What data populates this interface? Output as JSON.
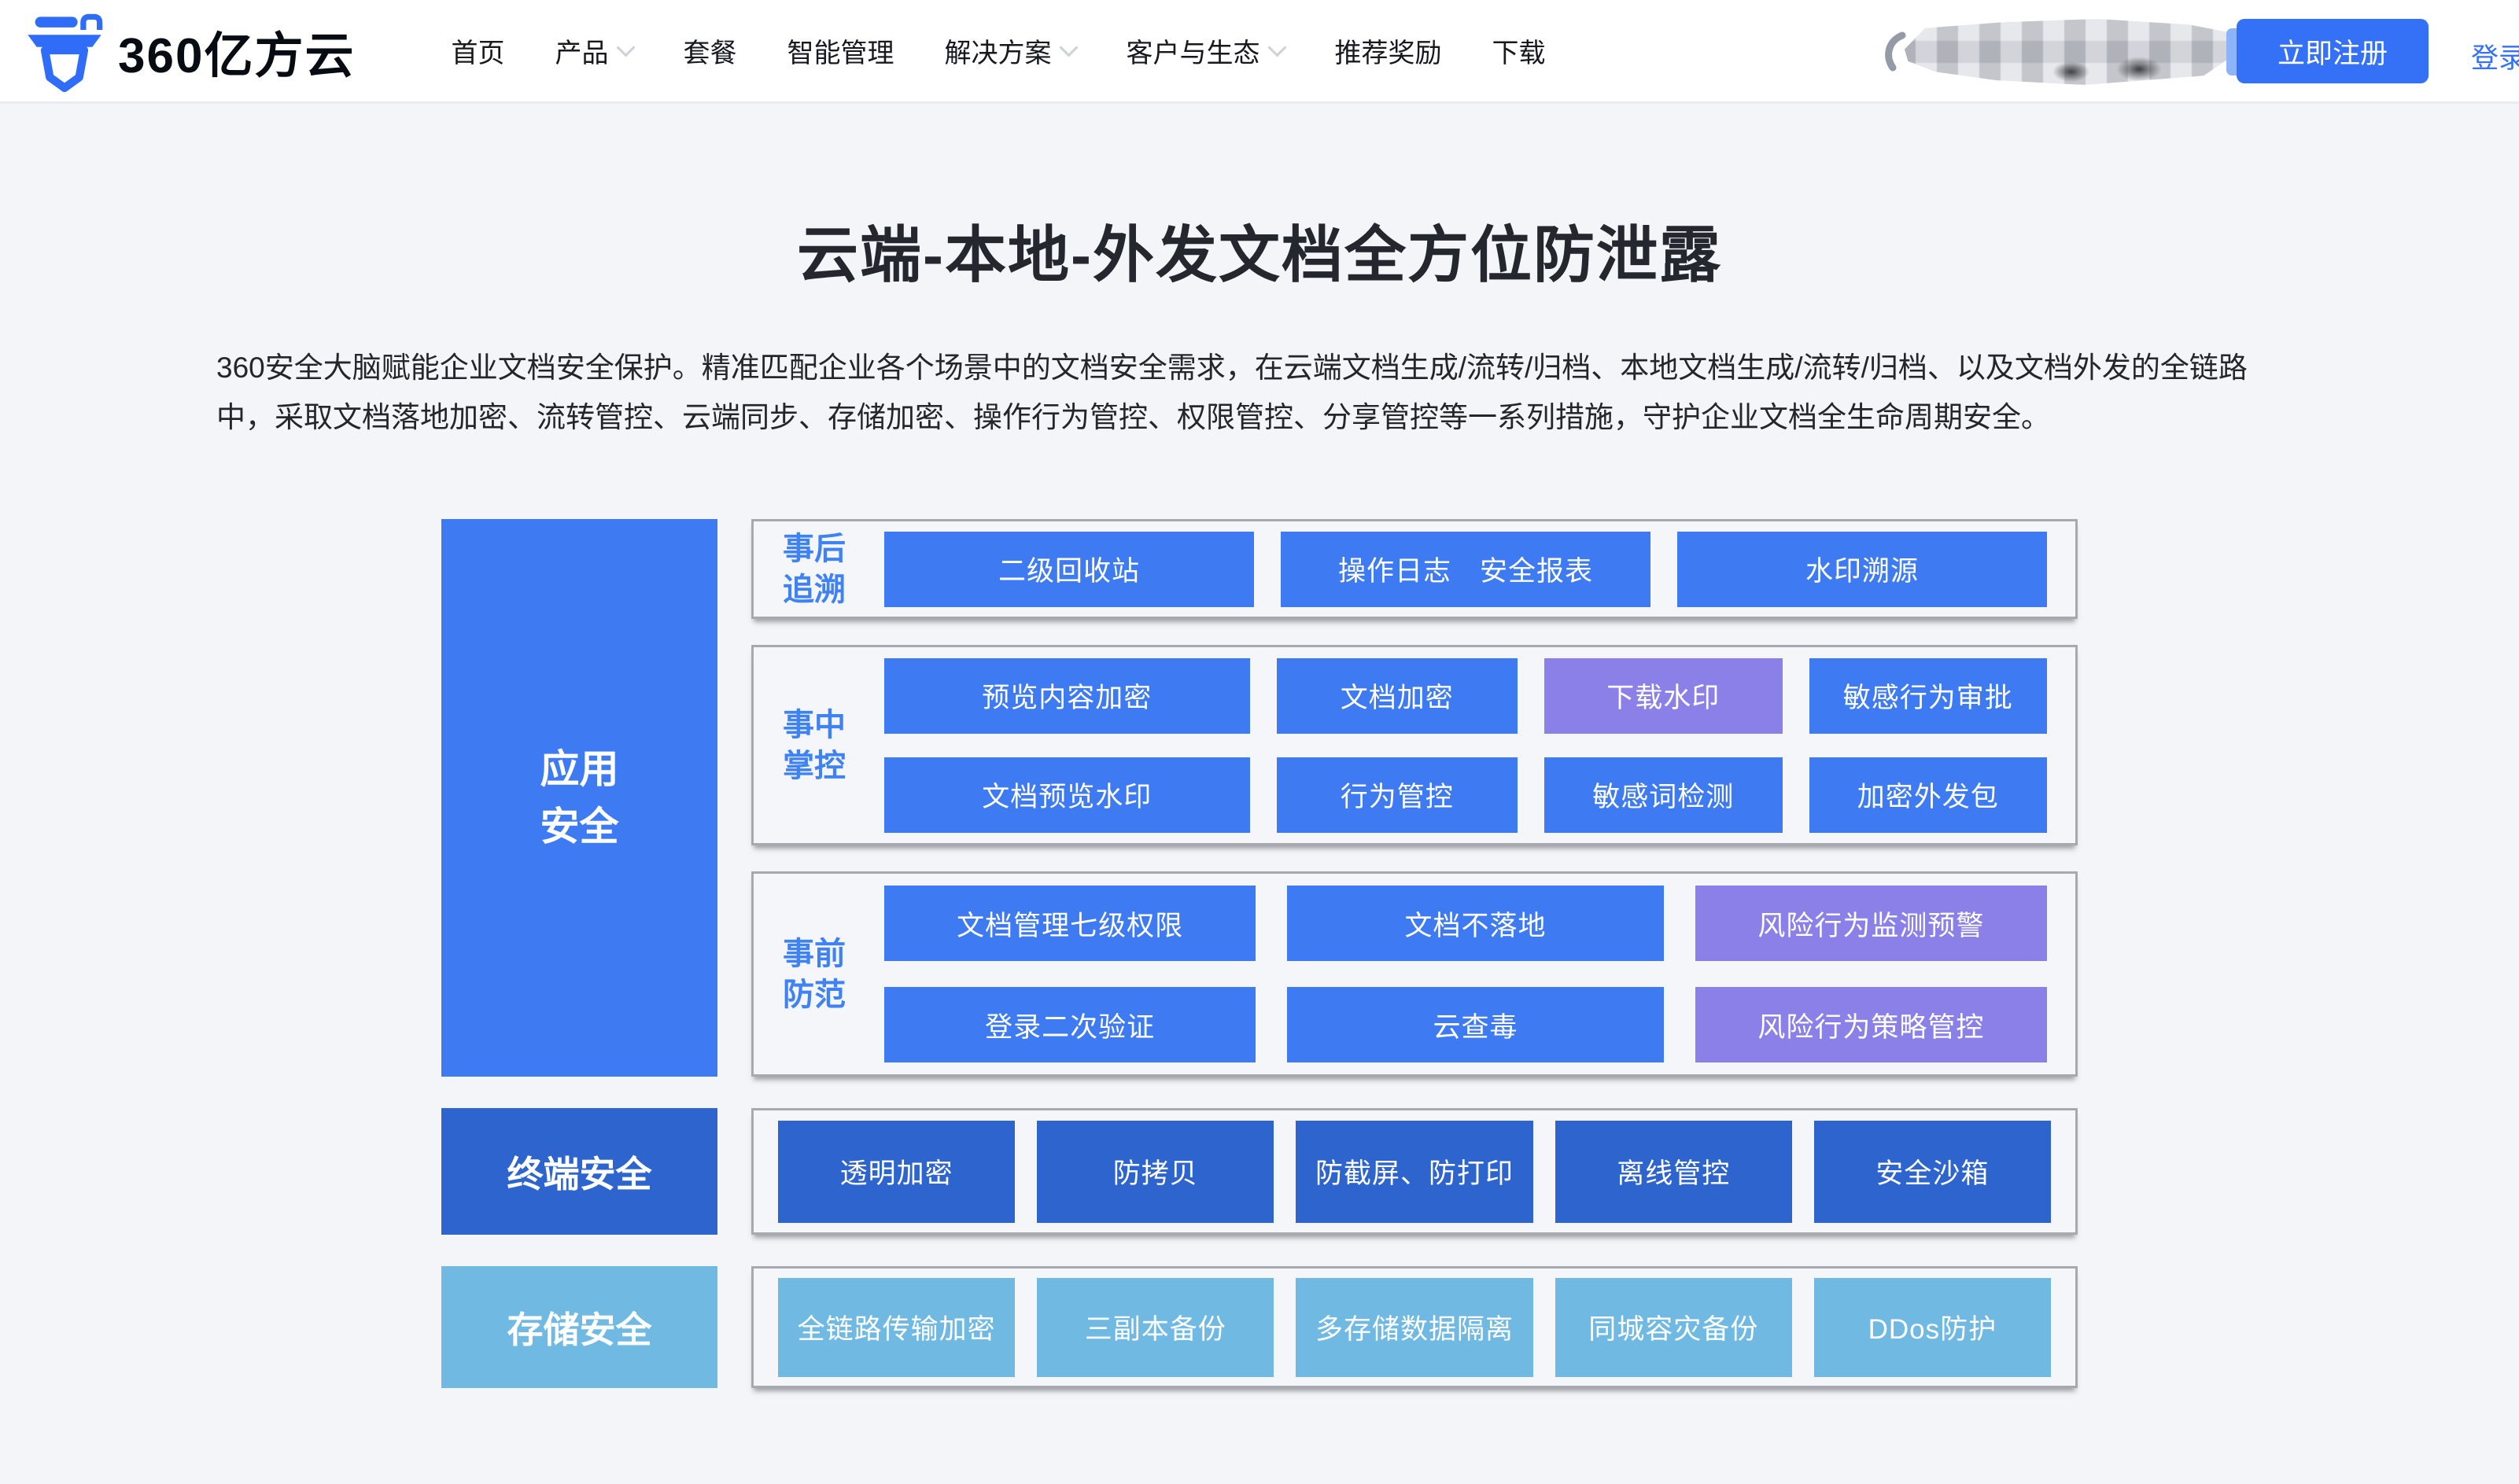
{
  "header": {
    "logo_text": "360亿方云",
    "nav": [
      {
        "label": "首页"
      },
      {
        "label": "产品",
        "has_dropdown": true
      },
      {
        "label": "套餐"
      },
      {
        "label": "智能管理"
      },
      {
        "label": "解决方案",
        "has_dropdown": true
      },
      {
        "label": "客户与生态",
        "has_dropdown": true
      },
      {
        "label": "推荐奖励"
      },
      {
        "label": "下载"
      }
    ],
    "register_label": "立即注册",
    "login_label": "登录"
  },
  "hero": {
    "title": "云端-本地-外发文档全方位防泄露",
    "description": "360安全大脑赋能企业文档安全保护。精准匹配企业各个场景中的文档安全需求，在云端文档生成/流转/归档、本地文档生成/流转/归档、以及文档外发的全链路中，采取文档落地加密、流转管控、云端同步、存储加密、操作行为管控、权限管控、分享管控等一系列措施，守护企业文档全生命周期安全。"
  },
  "diagram": {
    "side": [
      {
        "label": "应用\n安全"
      },
      {
        "label": "终端安全"
      },
      {
        "label": "存储安全"
      }
    ],
    "groups": [
      {
        "label": "事后\n追溯",
        "items": [
          "二级回收站",
          "操作日志　安全报表",
          "水印溯源"
        ]
      },
      {
        "label": "事中\n掌控",
        "items": [
          "预览内容加密",
          "文档加密",
          "下载水印",
          "敏感行为审批",
          "文档预览水印",
          "行为管控",
          "敏感词检测",
          "加密外发包"
        ]
      },
      {
        "label": "事前\n防范",
        "items": [
          "文档管理七级权限",
          "文档不落地",
          "风险行为监测预警",
          "登录二次验证",
          "云查毒",
          "风险行为策略管控"
        ]
      },
      {
        "label": "",
        "items": [
          "透明加密",
          "防拷贝",
          "防截屏、防打印",
          "离线管控",
          "安全沙箱"
        ]
      },
      {
        "label": "",
        "items": [
          "全链路传输加密",
          "三副本备份",
          "多存储数据隔离",
          "同城容灾备份",
          "DDos防护"
        ]
      }
    ]
  },
  "colors": {
    "primary_blue": "#3e7bf2",
    "dark_blue": "#2e64cd",
    "light_blue": "#6fb9e3",
    "purple": "#8a80e8",
    "accent_button": "#3471f7",
    "group_label_blue": "#3f82f4",
    "page_background": "#f4f5f8"
  }
}
